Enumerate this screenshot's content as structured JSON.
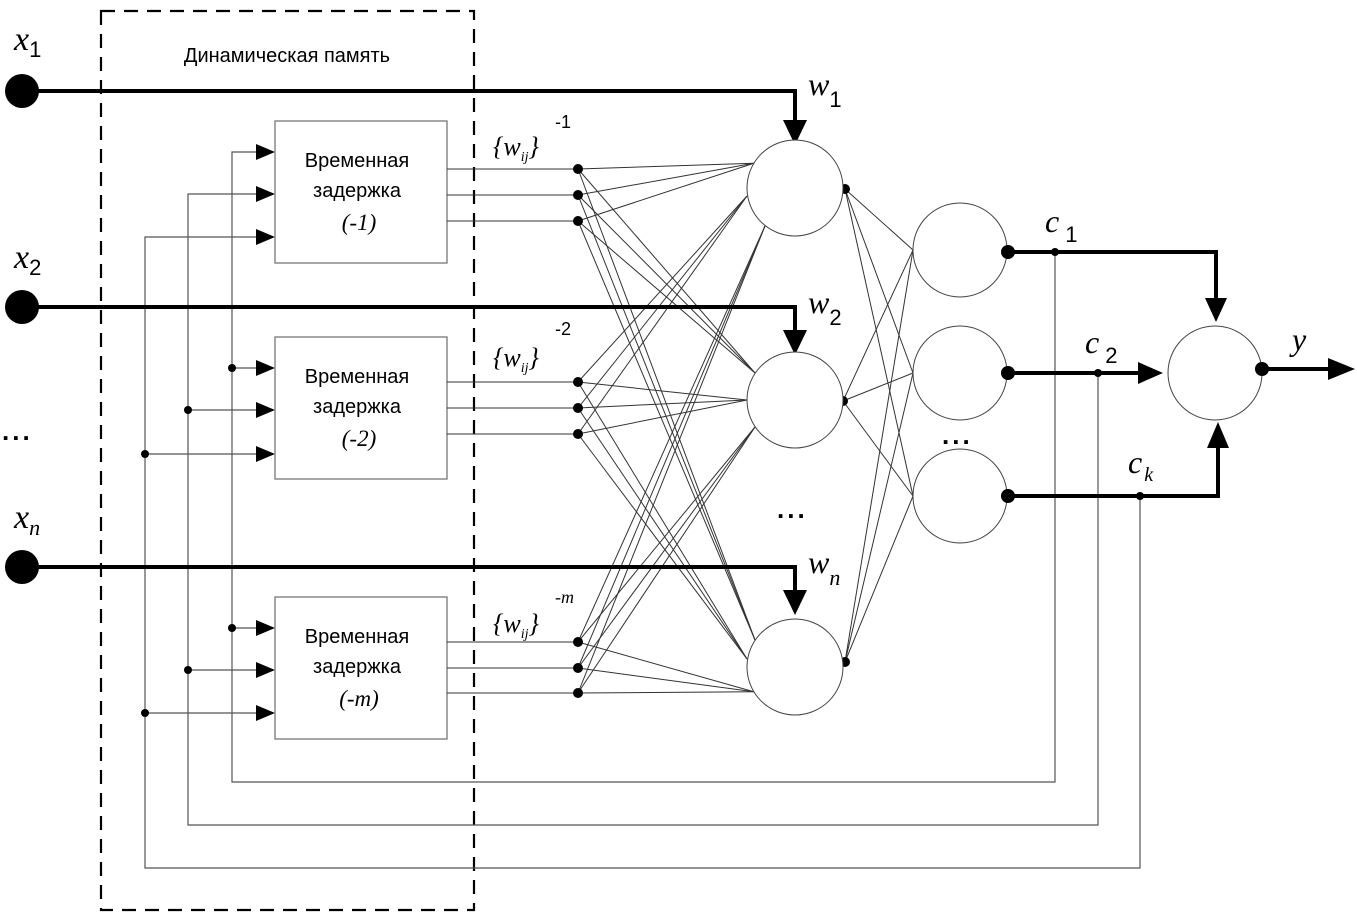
{
  "diagram": {
    "memory_block": {
      "title": "Динамическая память"
    },
    "inputs": [
      {
        "base": "x",
        "sub": "1"
      },
      {
        "base": "x",
        "sub": "2"
      },
      {
        "base": "x",
        "sub": "n"
      }
    ],
    "input_ellipsis": "...",
    "delay_blocks": [
      {
        "line1": "Временная",
        "line2": "задержка",
        "order": "(-1)",
        "weight_base": "{w",
        "weight_sub": "ij",
        "weight_close": "}",
        "weight_sup": "-1"
      },
      {
        "line1": "Временная",
        "line2": "задержка",
        "order": "(-2)",
        "weight_base": "{w",
        "weight_sub": "ij",
        "weight_close": "}",
        "weight_sup": "-2"
      },
      {
        "line1": "Временная",
        "line2": "задержка",
        "order": "(-m)",
        "weight_base": "{w",
        "weight_sub": "ij",
        "weight_close": "}",
        "weight_sup": "-m"
      }
    ],
    "hidden_weights": [
      {
        "base": "w",
        "sub": "1"
      },
      {
        "base": "w",
        "sub": "2"
      },
      {
        "base": "w",
        "sub": "n"
      }
    ],
    "hidden_ellipsis": "...",
    "rbf_ellipsis": "...",
    "outputs_c": [
      {
        "base": "c",
        "sub": "1"
      },
      {
        "base": "c",
        "sub": "2"
      },
      {
        "base": "c",
        "sub": "k"
      }
    ],
    "output": {
      "label": "y"
    }
  }
}
